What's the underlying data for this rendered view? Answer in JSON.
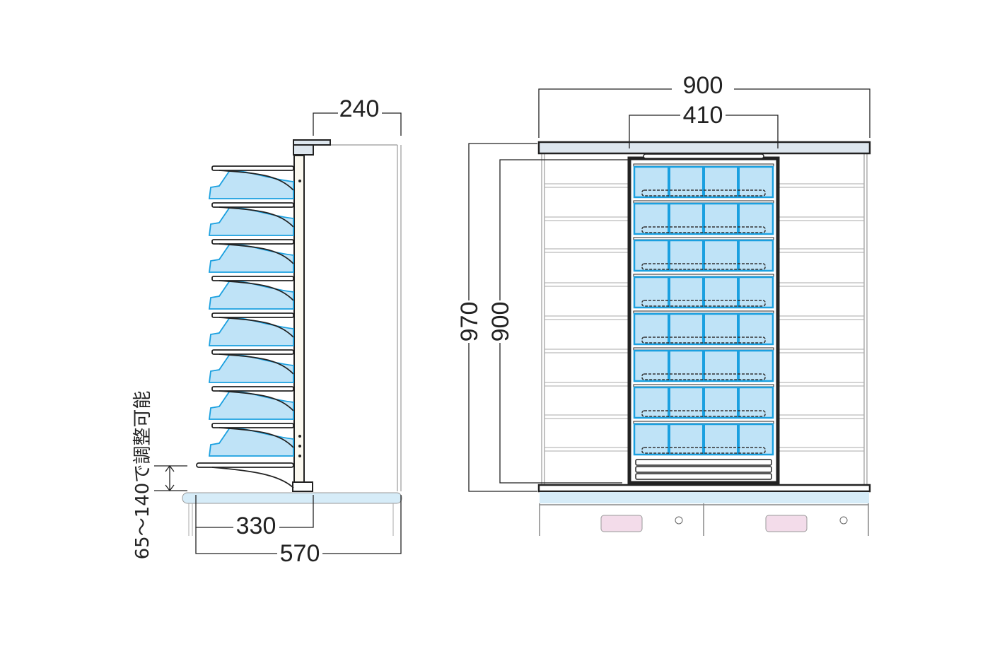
{
  "side_view": {
    "dim_top_depth": "240",
    "dim_shelf_depth": "330",
    "dim_total_depth": "570",
    "adjust_note": "65～140で調整可能",
    "tray_count": 8
  },
  "front_view": {
    "dim_total_width": "900",
    "dim_unit_width": "410",
    "dim_total_height": "970",
    "dim_unit_height": "900",
    "tray_rows": 8,
    "tray_columns": 4
  },
  "colors": {
    "tray_fill": "#bfe3f7",
    "tray_edge": "#1aa0e0",
    "counter": "#d6ecf8",
    "handle": "#f3dcea",
    "line": "#222222"
  }
}
